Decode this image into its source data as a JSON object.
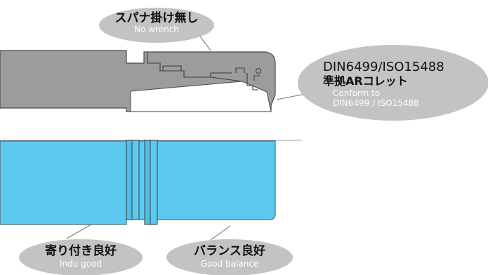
{
  "colors": {
    "background": "#ffffff",
    "holder_gray": "#9c9c9c",
    "outline": "#4a4a4a",
    "coolant_blue": "#5ccaf0",
    "blue_dark": "#3aa6cf",
    "bubble_gray": "#c3c3c3",
    "leader_gray": "#8c8c8c",
    "japanese_text": "#111111",
    "english_text": "#ffffff"
  },
  "callouts": {
    "no_wrench": {
      "ja": "スパナ掛け無し",
      "en": "No wrench"
    },
    "din_iso": {
      "line1": "DIN6499/ISO15488",
      "line2": "準拠ARコレット",
      "en_line1": "Conform to",
      "en_line2": "DIN6499 / ISO15488"
    },
    "grip": {
      "ja": "寄り付き良好",
      "en": "Indu good"
    },
    "balance": {
      "ja": "バランス良好",
      "en": "Good balance"
    }
  }
}
